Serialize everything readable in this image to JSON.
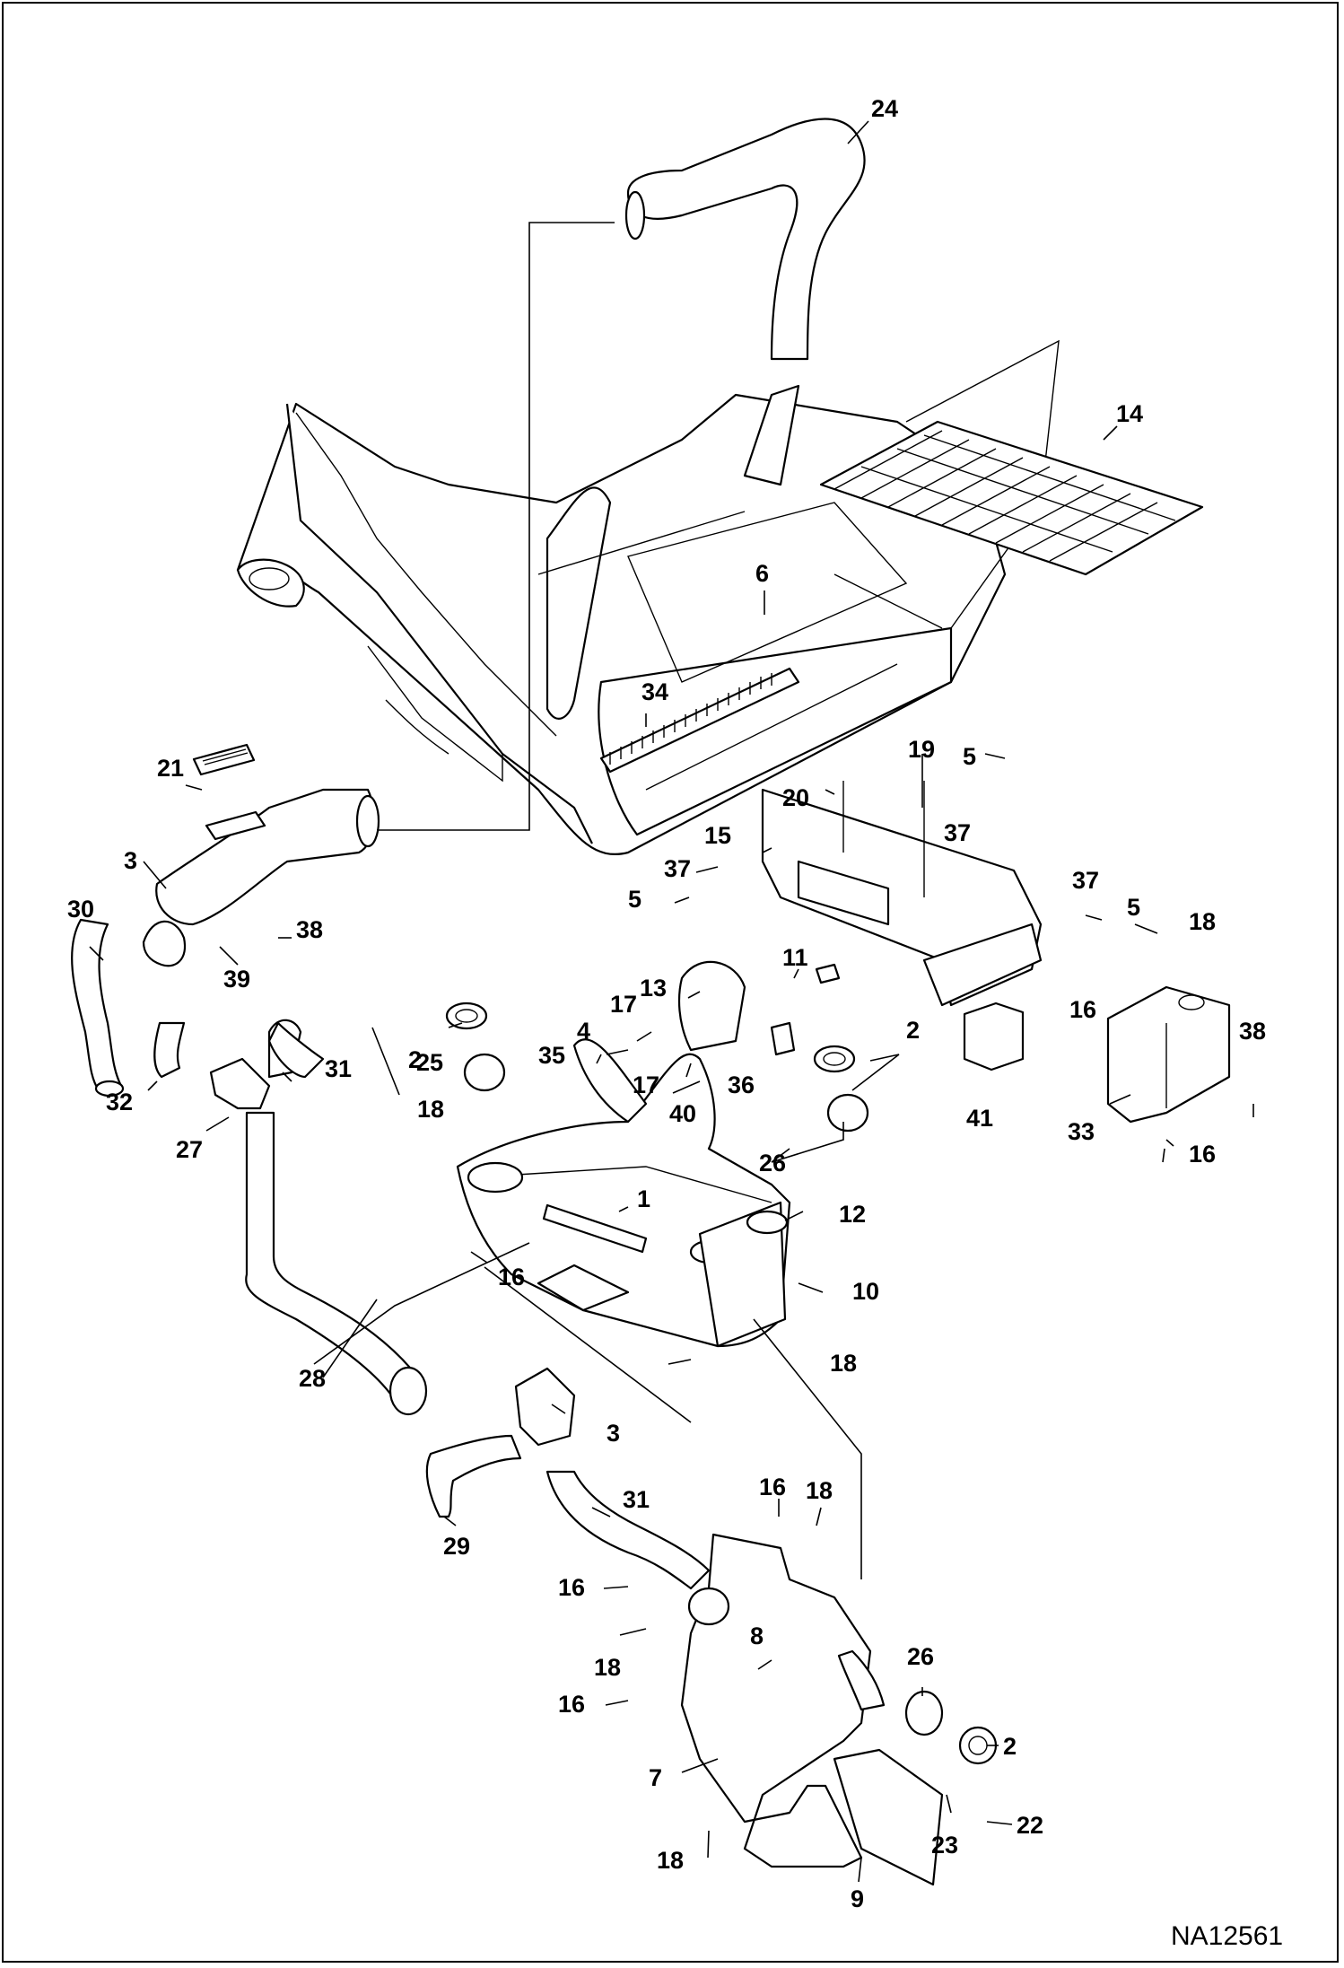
{
  "figure_id": "NA12561",
  "callouts": [
    {
      "id": "c24a",
      "label": "24"
    },
    {
      "id": "c14",
      "label": "14"
    },
    {
      "id": "c6",
      "label": "6"
    },
    {
      "id": "c34",
      "label": "34"
    },
    {
      "id": "c21",
      "label": "21"
    },
    {
      "id": "c3a",
      "label": "3"
    },
    {
      "id": "c30",
      "label": "30"
    },
    {
      "id": "c38a",
      "label": "38"
    },
    {
      "id": "c39",
      "label": "39"
    },
    {
      "id": "c19",
      "label": "19"
    },
    {
      "id": "c5a",
      "label": "5"
    },
    {
      "id": "c20",
      "label": "20"
    },
    {
      "id": "c15",
      "label": "15"
    },
    {
      "id": "c37a",
      "label": "37"
    },
    {
      "id": "c37b",
      "label": "37"
    },
    {
      "id": "c5b",
      "label": "5"
    },
    {
      "id": "c37c",
      "label": "37"
    },
    {
      "id": "c5c",
      "label": "5"
    },
    {
      "id": "c18a",
      "label": "18"
    },
    {
      "id": "c11",
      "label": "11"
    },
    {
      "id": "c13",
      "label": "13"
    },
    {
      "id": "c17a",
      "label": "17"
    },
    {
      "id": "c4",
      "label": "4"
    },
    {
      "id": "c2a",
      "label": "2"
    },
    {
      "id": "c35",
      "label": "35"
    },
    {
      "id": "c2b",
      "label": "2"
    },
    {
      "id": "c16a",
      "label": "16"
    },
    {
      "id": "c38b",
      "label": "38"
    },
    {
      "id": "c31a",
      "label": "31"
    },
    {
      "id": "c25",
      "label": "25"
    },
    {
      "id": "c17b",
      "label": "17"
    },
    {
      "id": "c36",
      "label": "36"
    },
    {
      "id": "c32",
      "label": "32"
    },
    {
      "id": "c41",
      "label": "41"
    },
    {
      "id": "c18b",
      "label": "18"
    },
    {
      "id": "c40",
      "label": "40"
    },
    {
      "id": "c33",
      "label": "33"
    },
    {
      "id": "c16b",
      "label": "16"
    },
    {
      "id": "c27",
      "label": "27"
    },
    {
      "id": "c26a",
      "label": "26"
    },
    {
      "id": "c1",
      "label": "1"
    },
    {
      "id": "c12",
      "label": "12"
    },
    {
      "id": "c16c",
      "label": "16"
    },
    {
      "id": "c10",
      "label": "10"
    },
    {
      "id": "c28",
      "label": "28"
    },
    {
      "id": "c18c",
      "label": "18"
    },
    {
      "id": "c3b",
      "label": "3"
    },
    {
      "id": "c31b",
      "label": "31"
    },
    {
      "id": "c29",
      "label": "29"
    },
    {
      "id": "c16d",
      "label": "16"
    },
    {
      "id": "c18d",
      "label": "18"
    },
    {
      "id": "c16e",
      "label": "16"
    },
    {
      "id": "c8",
      "label": "8"
    },
    {
      "id": "c18e",
      "label": "18"
    },
    {
      "id": "c16f",
      "label": "16"
    },
    {
      "id": "c26b",
      "label": "26"
    },
    {
      "id": "c2c",
      "label": "2"
    },
    {
      "id": "c7",
      "label": "7"
    },
    {
      "id": "c22",
      "label": "22"
    },
    {
      "id": "c23",
      "label": "23"
    },
    {
      "id": "c18f",
      "label": "18"
    },
    {
      "id": "c9",
      "label": "9"
    }
  ]
}
